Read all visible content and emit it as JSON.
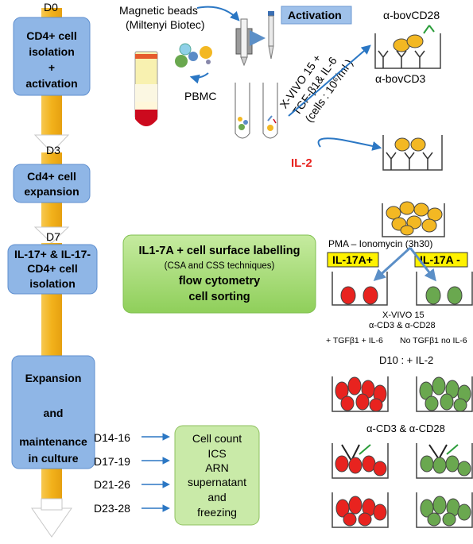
{
  "timeline": {
    "d0": "D0",
    "d3": "D3",
    "d7": "D7",
    "step1": [
      "CD4+ cell",
      "isolation",
      "+",
      "activation"
    ],
    "step2": [
      "Cd4+ cell",
      "expansion"
    ],
    "step3": [
      "IL-17+ & IL-17-",
      "CD4+ cell",
      "isolation"
    ],
    "step4": [
      "Expansion",
      "",
      "and",
      "",
      "maintenance",
      "in culture"
    ],
    "days": [
      "D14-16",
      "D17-19",
      "D21-26",
      "D23-28"
    ]
  },
  "activation": {
    "beads_label": [
      "Magnetic beads",
      "(Miltenyi Biotec)"
    ],
    "pbmc": "PBMC",
    "activation_badge": "Activation",
    "medium": [
      "X-VIVO 15 +",
      "TGF-β1& IL-6",
      "(cells : 10⁶/ml )"
    ],
    "anti_cd28": "α-bovCD28",
    "anti_cd3": "α-bovCD3",
    "il2": "IL-2"
  },
  "labelling": {
    "title": "IL1-7A + cell surface labelling",
    "subtitle": "(CSA and CSS techniques)",
    "line3": "flow cytometry",
    "line4": "cell sorting"
  },
  "sorting": {
    "pma": "PMA – Ionomycin (3h30)",
    "pos": "IL-17A+",
    "neg": "IL-17A -",
    "xvivo": "X-VIVO 15",
    "anti": "α-CD3 & α-CD28",
    "left_cond": "+ TGFβ1 + IL-6",
    "right_cond": "No TGFβ1 no IL-6",
    "d10": "D10 : + IL-2",
    "anti2": "α-CD3 & α-CD28"
  },
  "analysis": [
    "Cell count",
    "ICS",
    "ARN",
    "supernatant",
    "and",
    "freezing"
  ],
  "colors": {
    "box_blue": "#8fb6e6",
    "arrow_orange": "#f2b21b",
    "green_box": "#a8da7a",
    "red_cell": "#e8231f",
    "green_cell": "#6aa84f",
    "yellow_cell": "#f3b823",
    "label_yellow": "#fff200"
  }
}
